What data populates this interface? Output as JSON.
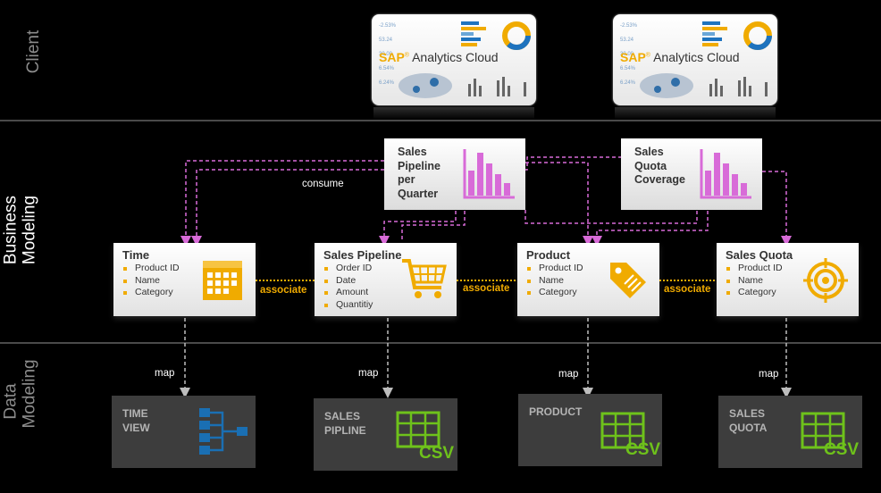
{
  "bands": {
    "client": "Client",
    "business": "Business Modeling",
    "data": "Data Modeling"
  },
  "client_tiles": [
    {
      "brand": "SAP",
      "product": "Analytics Cloud"
    },
    {
      "brand": "SAP",
      "product": "Analytics Cloud"
    }
  ],
  "stories": [
    {
      "title_lines": [
        "Sales",
        "Pipeline",
        "per",
        "Quarter"
      ]
    },
    {
      "title_lines": [
        "Sales",
        "Quota",
        "Coverage"
      ]
    }
  ],
  "models": [
    {
      "title": "Time",
      "items": [
        "Product ID",
        "Name",
        "Category"
      ],
      "icon": "calendar-icon"
    },
    {
      "title": "Sales Pipeline",
      "items": [
        "Order ID",
        "Date",
        "Amount",
        "Quantitiy"
      ],
      "icon": "shopping-cart-icon"
    },
    {
      "title": "Product",
      "items": [
        "Product ID",
        "Name",
        "Category"
      ],
      "icon": "price-tag-icon"
    },
    {
      "title": "Sales Quota",
      "items": [
        "Product ID",
        "Name",
        "Category"
      ],
      "icon": "target-icon"
    }
  ],
  "sources": [
    {
      "title_lines": [
        "TIME",
        "VIEW"
      ],
      "icon": "hierarchy-icon"
    },
    {
      "title_lines": [
        "SALES",
        "PIPLINE"
      ],
      "icon": "csv-table-icon",
      "badge": "CSV"
    },
    {
      "title_lines": [
        "PRODUCT"
      ],
      "icon": "csv-table-icon",
      "badge": "CSV"
    },
    {
      "title_lines": [
        "SALES",
        "QUOTA"
      ],
      "icon": "csv-table-icon",
      "badge": "CSV"
    }
  ],
  "edge_labels": {
    "consume": "consume",
    "associate": "associate",
    "map": "map"
  },
  "colors": {
    "accent": "#f0ab00",
    "consume_line": "#d86bd8",
    "csv_green": "#6ec21b",
    "hierarchy_blue": "#1a6fb3"
  }
}
